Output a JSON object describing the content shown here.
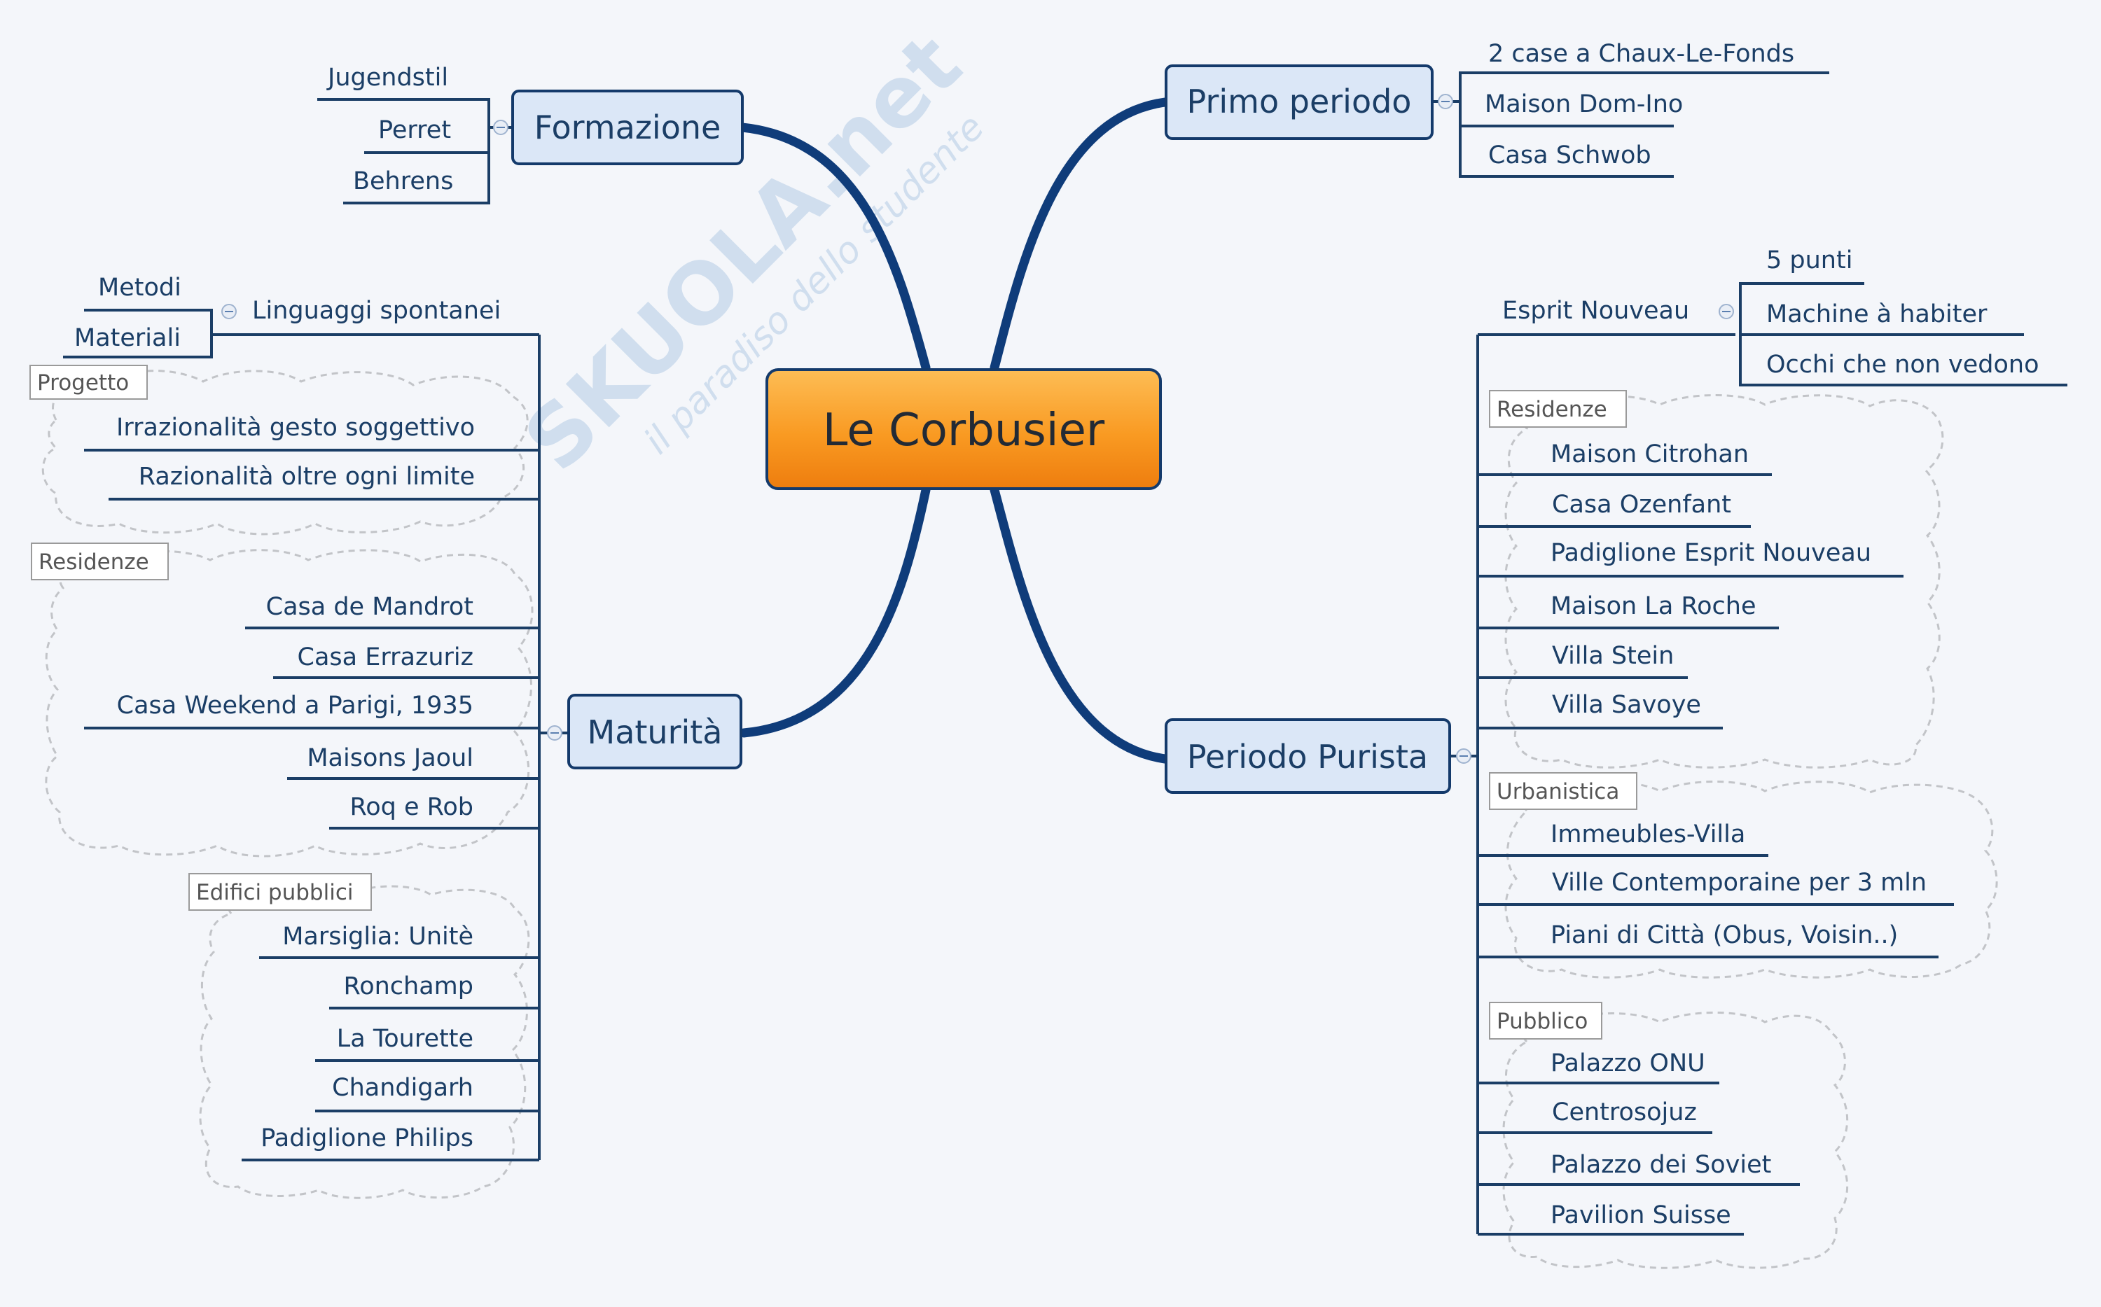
{
  "watermark": {
    "brand": "SKUOLA.net",
    "tagline": "il paradiso dello studente"
  },
  "center": "Le Corbusier",
  "formazione": {
    "title": "Formazione",
    "items": [
      "Jugendstil",
      "Perret",
      "Behrens"
    ]
  },
  "primo": {
    "title": "Primo periodo",
    "items": [
      "2 case a Chaux-Le-Fonds",
      "Maison Dom-Ino",
      "Casa Schwob"
    ]
  },
  "maturita": {
    "title": "Maturità",
    "linguaggi": "Linguaggi spontanei",
    "linguaggi_items": [
      "Metodi",
      "Materiali"
    ],
    "progetto_tag": "Progetto",
    "progetto_items": [
      "Irrazionalità gesto soggettivo",
      "Razionalità oltre ogni limite"
    ],
    "residenze_tag": "Residenze",
    "residenze_items": [
      "Casa de Mandrot",
      "Casa Errazuriz",
      "Casa Weekend a Parigi, 1935",
      "Maisons Jaoul",
      "Roq e Rob"
    ],
    "edifici_tag": "Edifici pubblici",
    "edifici_items": [
      "Marsiglia: Unitè",
      "Ronchamp",
      "La Tourette",
      "Chandigarh",
      "Padiglione Philips"
    ]
  },
  "purista": {
    "title": "Periodo Purista",
    "esprit": "Esprit Nouveau",
    "esprit_items": [
      "5 punti",
      "Machine à habiter",
      "Occhi che non vedono"
    ],
    "residenze_tag": "Residenze",
    "residenze_items": [
      "Maison Citrohan",
      "Casa Ozenfant",
      "Padiglione Esprit Nouveau",
      "Maison La Roche",
      "Villa Stein",
      "Villa Savoye"
    ],
    "urbanistica_tag": "Urbanistica",
    "urbanistica_items": [
      "Immeubles-Villa",
      "Ville Contemporaine per 3 mln",
      "Piani di Città (Obus, Voisin..)"
    ],
    "pubblico_tag": "Pubblico",
    "pubblico_items": [
      "Palazzo ONU",
      "Centrosojuz",
      "Palazzo dei Soviet",
      "Pavilion Suisse"
    ]
  }
}
